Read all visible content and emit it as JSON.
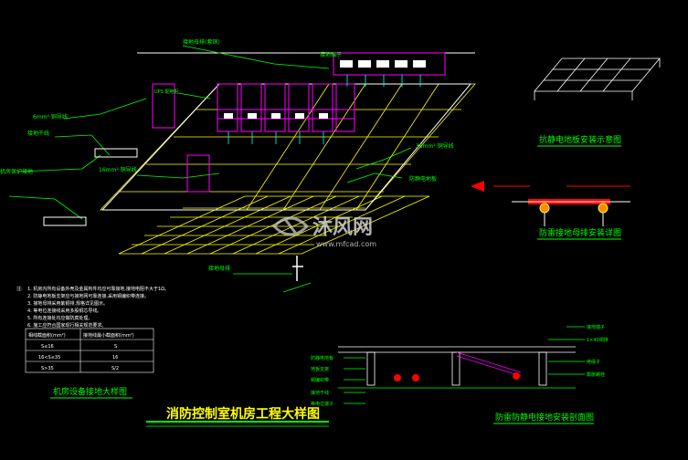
{
  "drawing": {
    "main_title": "消防控制室机房工程大样图",
    "views": {
      "grounding_detail_title": "机房设备接地大样图",
      "antistatic_floor_title": "抗静电地板安装示意图",
      "lightning_bus_title": "防雷接地母排安装详图",
      "antistatic_section_title": "防雷防静电接地安装剖面图"
    },
    "plan_labels": {
      "busbar_label": "接地母排(紫铜)",
      "cabinet_label": "UPS 配电柜",
      "wire_6mm": "6mm² 铜导线",
      "wire_16mm": "16mm² 铜导线",
      "wire_35mm": "35mm² 铜导线",
      "top_group": "接地端子",
      "floor_label": "防静电地板",
      "bar_label": "接地母排",
      "left_a": "接地干线",
      "left_b": "机房保护接地"
    },
    "notes_heading": "注:",
    "notes": [
      "1. 机房内所有设备外壳及金属构件均应可靠接地,接地电阻不大于1Ω。",
      "2. 防静电地板支架应与接地网可靠连接,采用铜编织带连接。",
      "3. 接地母排采用紫铜排,规格详见图示。",
      "4. 等电位连接线采用多股铜芯导线。",
      "5. 所有连接处均应做防腐处理。",
      "6. 施工应符合国家现行相关规范要求。"
    ],
    "table": {
      "headers": [
        "相线截面积(mm²)",
        "接地线最小截面积(mm²)"
      ],
      "rows": [
        [
          "S≤16",
          "S"
        ],
        [
          "16<S≤35",
          "16"
        ],
        [
          "S>35",
          "S/2"
        ]
      ]
    },
    "detail_labels": {
      "a": "接地端子",
      "b": "1×40铜排",
      "c": "绝缘子",
      "d": "膨胀螺栓",
      "e": "防静电地板",
      "f": "地板支架",
      "g": "铜编织带",
      "h": "接地干线",
      "i": "等电位端子"
    },
    "watermark": {
      "brand": "沐风网",
      "url": "www.mfcad.com"
    },
    "colors": {
      "green": "#00ff00",
      "yellow": "#ffff00",
      "magenta": "#ff00ff",
      "cyan": "#00ffff",
      "white": "#ffffff",
      "red": "#ff0000"
    }
  }
}
